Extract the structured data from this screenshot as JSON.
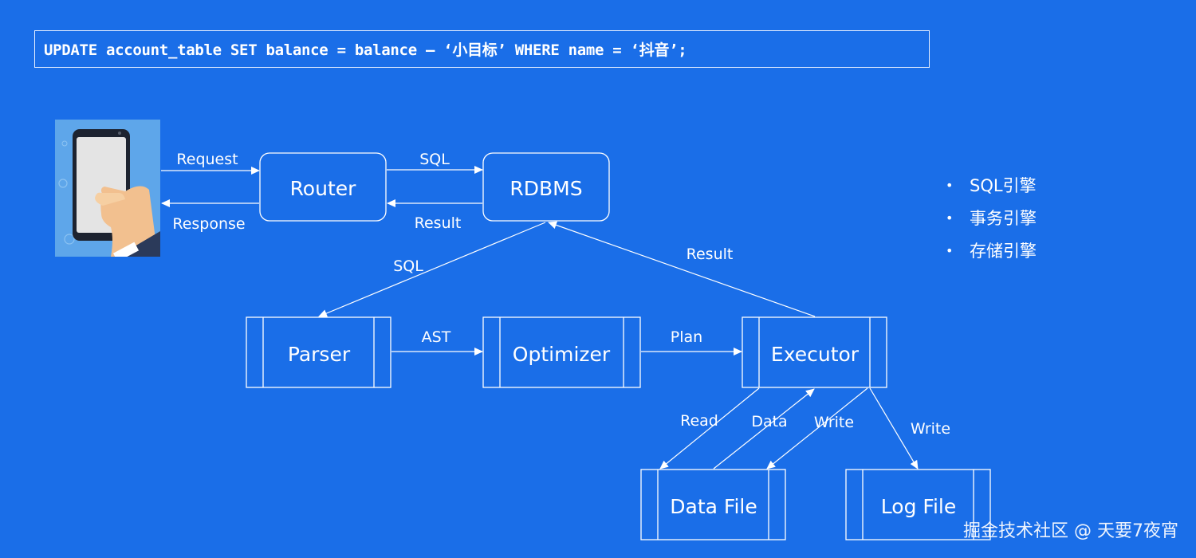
{
  "sql_statement": "UPDATE account_table SET balance = balance – ‘小目标’ WHERE name = ‘抖音’;",
  "nodes": {
    "router": "Router",
    "rdbms": "RDBMS",
    "parser": "Parser",
    "optimizer": "Optimizer",
    "executor": "Executor",
    "data_file": "Data File",
    "log_file": "Log File"
  },
  "edges": {
    "request": "Request",
    "response": "Response",
    "sql_router_rdbms": "SQL",
    "result_rdbms_router": "Result",
    "sql_rdbms_parser": "SQL",
    "result_executor_rdbms": "Result",
    "ast": "AST",
    "plan": "Plan",
    "read": "Read",
    "data": "Data",
    "write_data": "Write",
    "write_log": "Write"
  },
  "engines": {
    "items": [
      "SQL引擎",
      "事务引擎",
      "存储引擎"
    ],
    "bullet": "•"
  },
  "watermark": "掘金技术社区 @ 天要7夜宵",
  "colors": {
    "background": "#1a6ee8",
    "line": "#ffffff",
    "phone_bg": "#5ea6ea"
  }
}
